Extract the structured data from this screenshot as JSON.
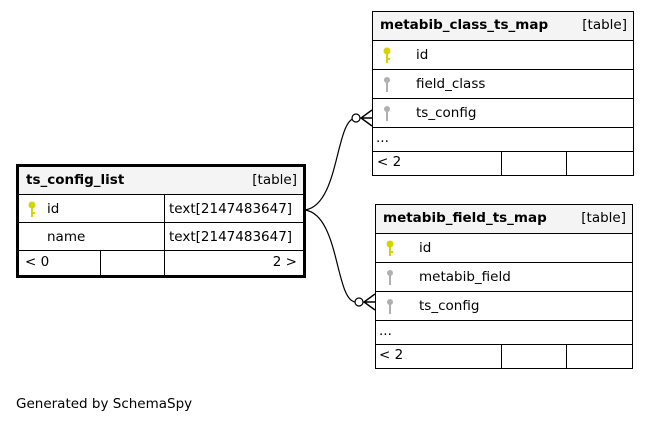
{
  "tables": {
    "focus": {
      "name": "ts_config_list",
      "type": "[table]",
      "rows": [
        {
          "key": "primary",
          "name": "id",
          "datatype": "text[2147483647]"
        },
        {
          "key": "none",
          "name": "name",
          "datatype": "text[2147483647]"
        }
      ],
      "footer": {
        "left": "< 0",
        "right": "2 >"
      }
    },
    "class_map": {
      "name": "metabib_class_ts_map",
      "type": "[table]",
      "rows": [
        {
          "key": "primary",
          "name": "id"
        },
        {
          "key": "foreign",
          "name": "field_class"
        },
        {
          "key": "foreign",
          "name": "ts_config"
        }
      ],
      "more": "...",
      "footer": {
        "left": "< 2"
      }
    },
    "field_map": {
      "name": "metabib_field_ts_map",
      "type": "[table]",
      "rows": [
        {
          "key": "primary",
          "name": "id"
        },
        {
          "key": "foreign",
          "name": "metabib_field"
        },
        {
          "key": "foreign",
          "name": "ts_config"
        }
      ],
      "more": "...",
      "footer": {
        "left": "< 2"
      }
    }
  },
  "colors": {
    "primary_key": "#d4d400",
    "foreign_key": "#b0b0b0",
    "header_bg": "#f4f4f4"
  },
  "footer_text": "Generated by SchemaSpy"
}
